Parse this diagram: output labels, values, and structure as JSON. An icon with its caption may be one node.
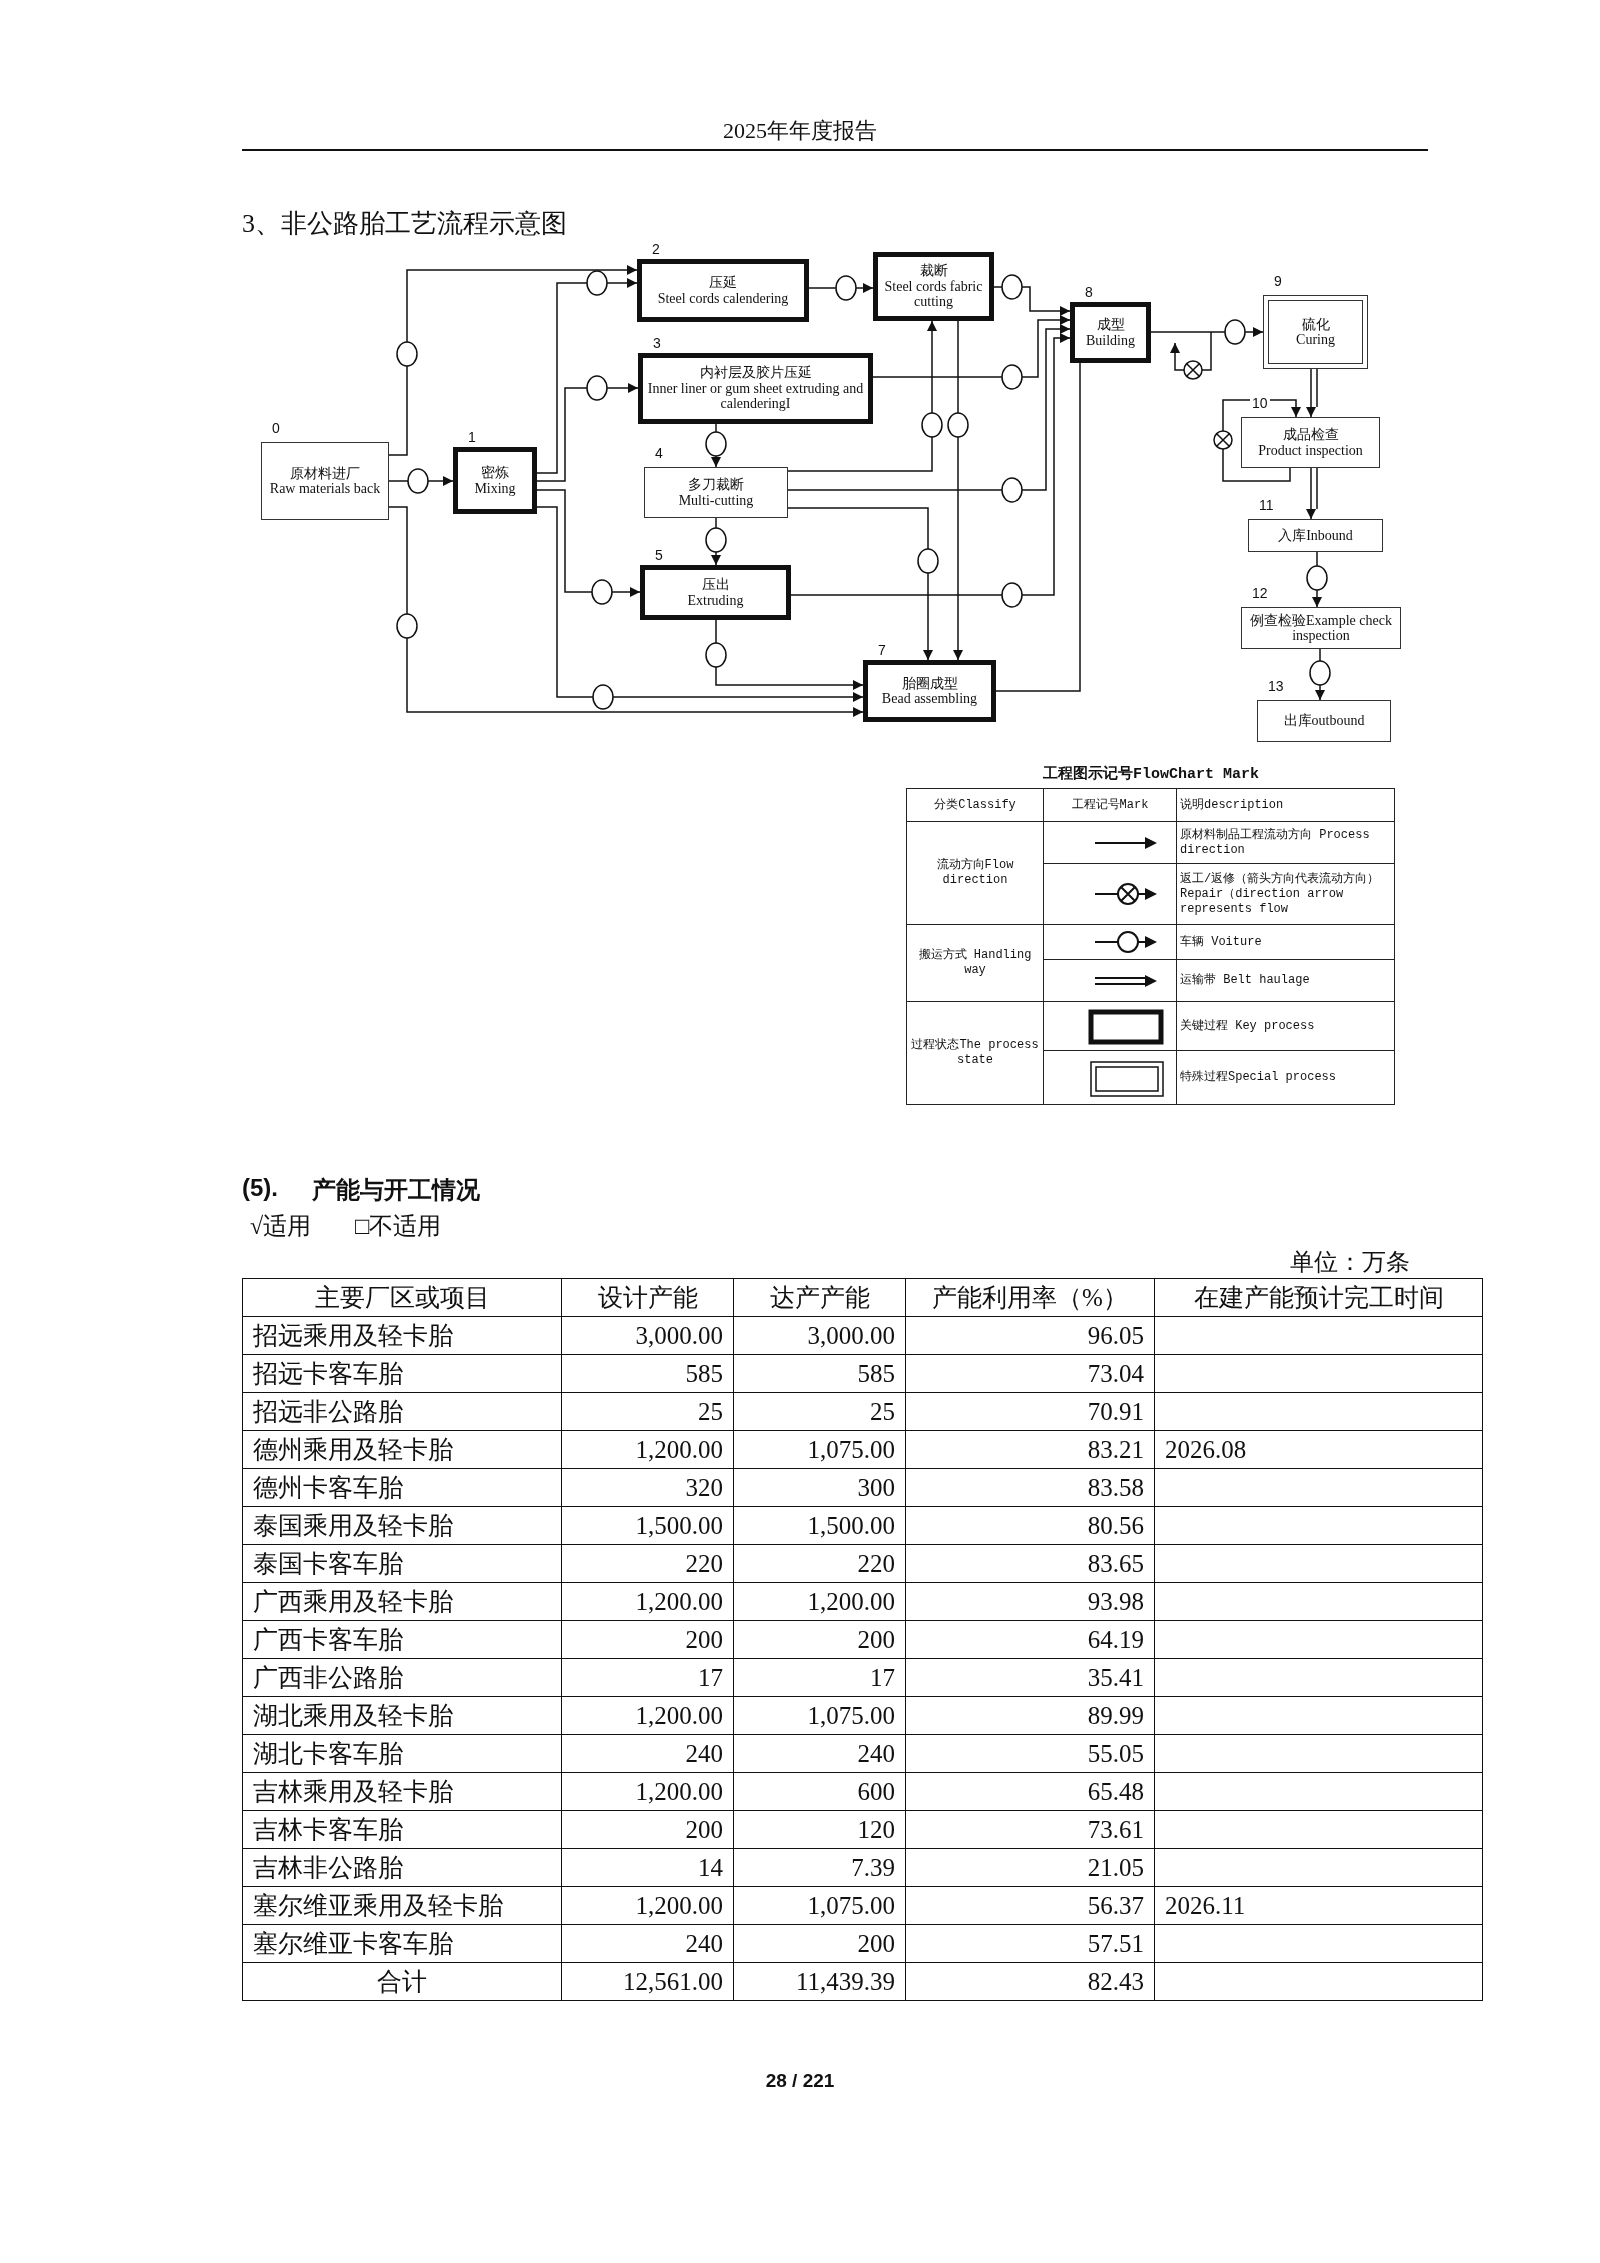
{
  "diagram": {
    "title": "3、非公路胎工艺流程示意图",
    "nodes": [
      {
        "text": [
          "原材料进厂",
          "Raw materials back"
        ],
        "beside": [
          "0"
        ]
      },
      {
        "text": [
          "密炼",
          "Mixing"
        ],
        "beside": [
          "1"
        ]
      },
      {
        "text": [
          "压延",
          "Steel cords calendering"
        ],
        "beside": [
          "2"
        ]
      },
      {
        "text": [
          "内衬层及胶片压延",
          "Inner liner or gum sheet extruding and calenderingI"
        ],
        "beside": [
          "3"
        ]
      },
      {
        "text": [
          "多刀裁断",
          "Multi-cutting"
        ],
        "beside": [
          "4"
        ]
      },
      {
        "text": [
          "压出",
          "Extruding"
        ],
        "beside": [
          "5"
        ]
      },
      {
        "text": [
          "裁断",
          "Steel cords fabric cutting"
        ]
      },
      {
        "text": [
          "胎圈成型",
          "Bead assembling"
        ],
        "beside": [
          "7"
        ]
      },
      {
        "text": [
          "成型",
          "Building"
        ],
        "beside": [
          "8"
        ]
      },
      {
        "text": [
          "硫化",
          "Curing"
        ],
        "beside": [
          "9"
        ]
      },
      {
        "text": [
          "成品检查",
          "Product inspection"
        ],
        "beside": [
          "10"
        ]
      },
      {
        "text": [
          "入库Inbound"
        ],
        "beside": [
          "11"
        ]
      },
      {
        "text": [
          "例查检验Example check inspection"
        ],
        "beside": [
          "12"
        ]
      },
      {
        "text": [
          "出库outbound"
        ],
        "beside": [
          "13"
        ]
      }
    ],
    "edges": [
      {
        "from": 0,
        "to": 2,
        "arrow": "to"
      },
      {
        "from": 0,
        "to": 1,
        "arrow": "to"
      },
      {
        "from": 0,
        "to": 7,
        "arrow": "to"
      },
      {
        "from": 1,
        "to": 2,
        "arrow": "to"
      },
      {
        "from": 1,
        "to": 3,
        "arrow": "to"
      },
      {
        "from": 1,
        "to": 5,
        "arrow": "to"
      },
      {
        "from": 1,
        "to": 7,
        "arrow": "to"
      },
      {
        "from": 2,
        "to": 6,
        "arrow": "to"
      },
      {
        "from": 3,
        "to": 4,
        "arrow": "to"
      },
      {
        "from": 4,
        "to": 5,
        "arrow": "to"
      },
      {
        "from": 5,
        "to": 7,
        "arrow": "to"
      },
      {
        "from": 6,
        "to": 8,
        "arrow": "to"
      },
      {
        "from": 3,
        "to": 8,
        "arrow": "to"
      },
      {
        "from": 4,
        "to": 6,
        "arrow": "to"
      },
      {
        "from": 4,
        "to": 8,
        "arrow": "to"
      },
      {
        "from": 4,
        "to": 7,
        "arrow": "to"
      },
      {
        "from": 6,
        "to": 7,
        "arrow": "to"
      },
      {
        "from": 5,
        "to": 8,
        "arrow": "to"
      },
      {
        "from": 7,
        "to": 8,
        "arrow": "none"
      },
      {
        "from": 8,
        "to": 9,
        "arrow": "to"
      },
      {
        "from": 9,
        "to": 10,
        "arrow": "to"
      },
      {
        "from": 10,
        "to": 10,
        "arrow": "to"
      },
      {
        "from": 10,
        "to": 11,
        "arrow": "to"
      },
      {
        "from": 11,
        "to": 12,
        "arrow": "to"
      },
      {
        "from": 12,
        "to": 13,
        "arrow": "to"
      }
    ],
    "labels": [
      "2025年年度报告",
      "工程图示记号FlowChart Mark",
      "分类Classify",
      "工程记号Mark",
      "说明description",
      "流动方向Flow direction",
      "搬运方式 Handling way",
      "过程状态The process state",
      "(5).",
      "产能与开工情况",
      "√适用",
      "□不适用",
      "单位：万条",
      "主要厂区或项目",
      "设计产能",
      "达产产能",
      "产能利用率（%）",
      "在建产能预计完工时间",
      "招远乘用及轻卡胎",
      "3,000.00",
      "3,000.00",
      "96.05",
      "招远卡客车胎",
      "585",
      "585",
      "73.04",
      "招远非公路胎",
      "25",
      "25",
      "70.91",
      "德州乘用及轻卡胎",
      "1,200.00",
      "1,075.00",
      "83.21",
      "2026.08",
      "德州卡客车胎",
      "320",
      "300",
      "83.58",
      "泰国乘用及轻卡胎",
      "1,500.00",
      "1,500.00",
      "80.56",
      "泰国卡客车胎",
      "220",
      "220",
      "83.65",
      "广西乘用及轻卡胎",
      "1,200.00",
      "1,200.00",
      "93.98",
      "广西卡客车胎",
      "200",
      "200",
      "64.19",
      "广西非公路胎",
      "17",
      "17",
      "35.41",
      "湖北乘用及轻卡胎",
      "1,200.00",
      "1,075.00",
      "89.99",
      "湖北卡客车胎",
      "240",
      "240",
      "55.05",
      "吉林乘用及轻卡胎",
      "1,200.00",
      "600",
      "65.48",
      "吉林卡客车胎",
      "200",
      "120",
      "73.61",
      "吉林非公路胎",
      "14",
      "7.39",
      "21.05",
      "塞尔维亚乘用及轻卡胎",
      "1,200.00",
      "1,075.00",
      "56.37",
      "2026.11",
      "塞尔维亚卡客车胎",
      "240",
      "200",
      "57.51",
      "合计",
      "12,561.00",
      "11,439.39",
      "82.43",
      "28 / 221"
    ],
    "legend": [
      {
        "text": "原材料制品工程流动方向 Process direction"
      },
      {
        "text": "返工/返修（箭头方向代表流动方向）Repair（direction arrow represents flow"
      },
      {
        "text": "车辆 Voiture"
      },
      {
        "text": "运输带 Belt haulage"
      },
      {
        "text": "关键过程 Key process"
      },
      {
        "text": "特殊过程Special process"
      }
    ]
  }
}
